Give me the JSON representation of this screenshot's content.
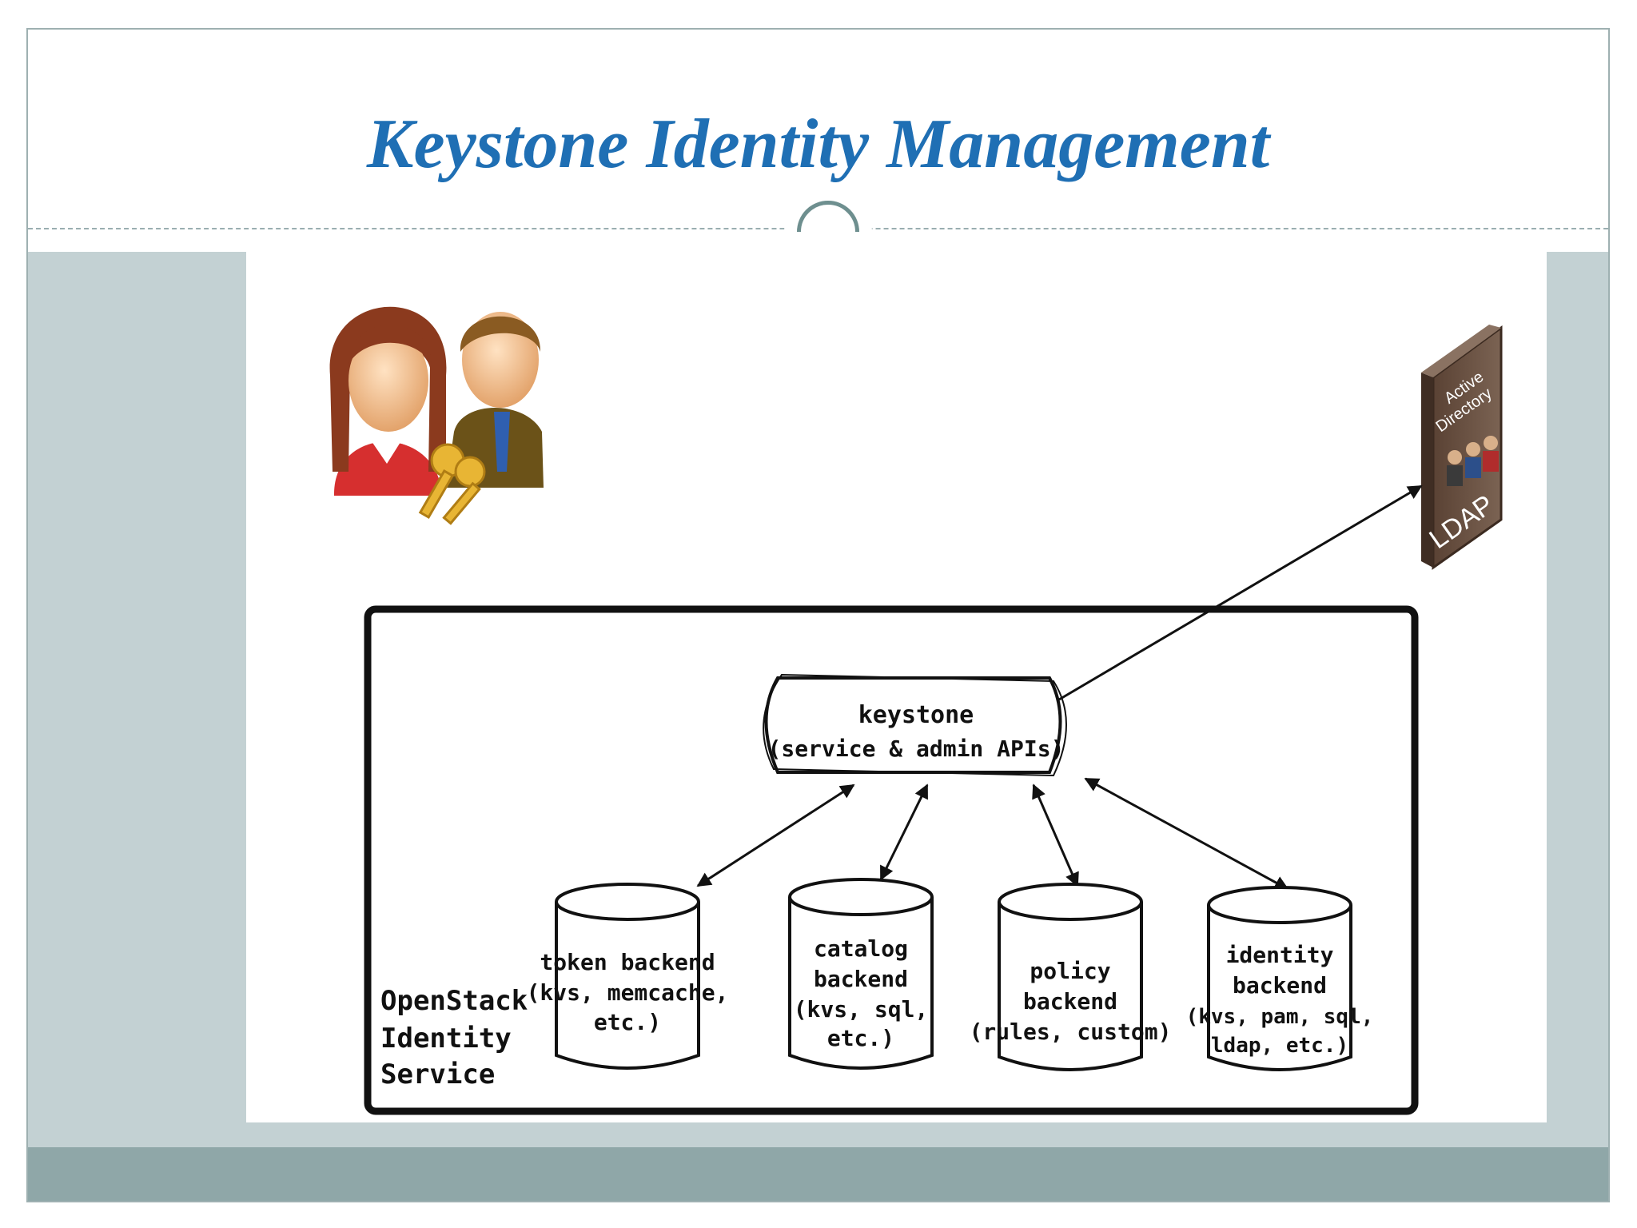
{
  "slide": {
    "title": "Keystone Identity Management"
  },
  "diagram": {
    "container_label": [
      "OpenStack",
      "Identity",
      "Service"
    ],
    "keystone": [
      "keystone",
      "(service & admin APIs)"
    ],
    "backends": [
      {
        "lines": [
          "token backend",
          "(kvs, memcache,",
          "etc.)"
        ]
      },
      {
        "lines": [
          "catalog",
          "backend",
          "(kvs, sql,",
          "etc.)"
        ]
      },
      {
        "lines": [
          "policy",
          "backend",
          "(rules, custom)"
        ]
      },
      {
        "lines": [
          "identity",
          "backend",
          "(kvs, pam, sql,",
          "ldap, etc.)"
        ]
      }
    ],
    "book": {
      "spine_text": [
        "Active",
        "Directory"
      ],
      "bottom_text": "LDAP"
    },
    "icons": {
      "users": "users-with-keys-icon",
      "directory": "active-directory-book-icon"
    }
  },
  "colors": {
    "title": "#1f6fb4",
    "band": "#c3d1d3",
    "footer": "#8fa7a8"
  }
}
